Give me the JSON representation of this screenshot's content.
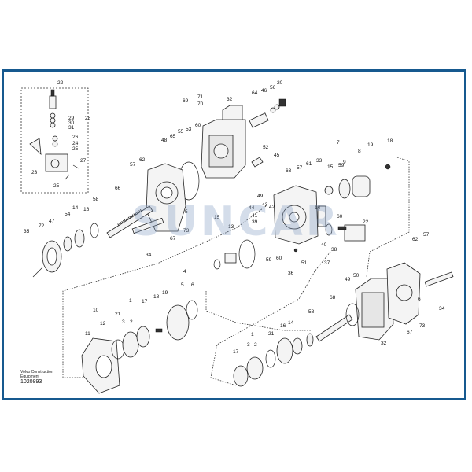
{
  "watermark": "SUNCAR",
  "credit_line_1": "Volvo Construction",
  "credit_line_2": "Equipment",
  "doc_number": "1020893",
  "colors": {
    "frame": "#16598f",
    "watermark": "#8096be"
  },
  "callouts": [
    {
      "id": "c1",
      "text": "22"
    },
    {
      "id": "c2",
      "text": "28"
    },
    {
      "id": "c3",
      "text": "29"
    },
    {
      "id": "c4",
      "text": "30"
    },
    {
      "id": "c5",
      "text": "31"
    },
    {
      "id": "c6",
      "text": "26"
    },
    {
      "id": "c7",
      "text": "24"
    },
    {
      "id": "c8",
      "text": "25"
    },
    {
      "id": "c9",
      "text": "23"
    },
    {
      "id": "c10",
      "text": "27"
    },
    {
      "id": "c11",
      "text": "25"
    },
    {
      "id": "c12",
      "text": "69"
    },
    {
      "id": "c13",
      "text": "71"
    },
    {
      "id": "c14",
      "text": "70"
    },
    {
      "id": "c15",
      "text": "32"
    },
    {
      "id": "c16",
      "text": "64"
    },
    {
      "id": "c17",
      "text": "46"
    },
    {
      "id": "c18",
      "text": "56"
    },
    {
      "id": "c19",
      "text": "20"
    },
    {
      "id": "c20",
      "text": "53"
    },
    {
      "id": "c21",
      "text": "55"
    },
    {
      "id": "c22",
      "text": "60"
    },
    {
      "id": "c23",
      "text": "65"
    },
    {
      "id": "c24",
      "text": "48"
    },
    {
      "id": "c25",
      "text": "52"
    },
    {
      "id": "c26",
      "text": "45"
    },
    {
      "id": "c27",
      "text": "57"
    },
    {
      "id": "c28",
      "text": "62"
    },
    {
      "id": "c29",
      "text": "66"
    },
    {
      "id": "c30",
      "text": "58"
    },
    {
      "id": "c31",
      "text": "16"
    },
    {
      "id": "c32",
      "text": "14"
    },
    {
      "id": "c33",
      "text": "54"
    },
    {
      "id": "c34",
      "text": "47"
    },
    {
      "id": "c35",
      "text": "72"
    },
    {
      "id": "c36",
      "text": "35"
    },
    {
      "id": "c37",
      "text": "67"
    },
    {
      "id": "c38",
      "text": "5"
    },
    {
      "id": "c39",
      "text": "73"
    },
    {
      "id": "c40",
      "text": "34"
    },
    {
      "id": "c41",
      "text": "15"
    },
    {
      "id": "c42",
      "text": "13"
    },
    {
      "id": "c43",
      "text": "63"
    },
    {
      "id": "c44",
      "text": "57"
    },
    {
      "id": "c45",
      "text": "61"
    },
    {
      "id": "c46",
      "text": "33"
    },
    {
      "id": "c47",
      "text": "49"
    },
    {
      "id": "c48",
      "text": "44"
    },
    {
      "id": "c49",
      "text": "43"
    },
    {
      "id": "c50",
      "text": "42"
    },
    {
      "id": "c51",
      "text": "41"
    },
    {
      "id": "c52",
      "text": "39"
    },
    {
      "id": "c53",
      "text": "59"
    },
    {
      "id": "c54",
      "text": "60"
    },
    {
      "id": "c55",
      "text": "51"
    },
    {
      "id": "c56",
      "text": "36"
    },
    {
      "id": "c57",
      "text": "7"
    },
    {
      "id": "c58",
      "text": "8"
    },
    {
      "id": "c59",
      "text": "9"
    },
    {
      "id": "c60",
      "text": "15"
    },
    {
      "id": "c61",
      "text": "19"
    },
    {
      "id": "c62",
      "text": "18"
    },
    {
      "id": "c63",
      "text": "59"
    },
    {
      "id": "c64",
      "text": "14"
    },
    {
      "id": "c65",
      "text": "60"
    },
    {
      "id": "c66",
      "text": "22"
    },
    {
      "id": "c67",
      "text": "40"
    },
    {
      "id": "c68",
      "text": "38"
    },
    {
      "id": "c69",
      "text": "37"
    },
    {
      "id": "c70",
      "text": "62"
    },
    {
      "id": "c71",
      "text": "57"
    },
    {
      "id": "c72",
      "text": "4"
    },
    {
      "id": "c73",
      "text": "5"
    },
    {
      "id": "c74",
      "text": "6"
    },
    {
      "id": "c75",
      "text": "1"
    },
    {
      "id": "c76",
      "text": "3"
    },
    {
      "id": "c77",
      "text": "2"
    },
    {
      "id": "c78",
      "text": "17"
    },
    {
      "id": "c79",
      "text": "18"
    },
    {
      "id": "c80",
      "text": "19"
    },
    {
      "id": "c81",
      "text": "10"
    },
    {
      "id": "c82",
      "text": "12"
    },
    {
      "id": "c83",
      "text": "11"
    },
    {
      "id": "c84",
      "text": "21"
    },
    {
      "id": "c85",
      "text": "49"
    },
    {
      "id": "c86",
      "text": "50"
    },
    {
      "id": "c87",
      "text": "68"
    },
    {
      "id": "c88",
      "text": "6"
    },
    {
      "id": "c89",
      "text": "73"
    },
    {
      "id": "c90",
      "text": "67"
    },
    {
      "id": "c91",
      "text": "34"
    },
    {
      "id": "c92",
      "text": "32"
    },
    {
      "id": "c93",
      "text": "16"
    },
    {
      "id": "c94",
      "text": "14"
    },
    {
      "id": "c95",
      "text": "58"
    },
    {
      "id": "c96",
      "text": "21"
    },
    {
      "id": "c97",
      "text": "1"
    },
    {
      "id": "c98",
      "text": "3"
    },
    {
      "id": "c99",
      "text": "2"
    },
    {
      "id": "c100",
      "text": "17"
    }
  ]
}
